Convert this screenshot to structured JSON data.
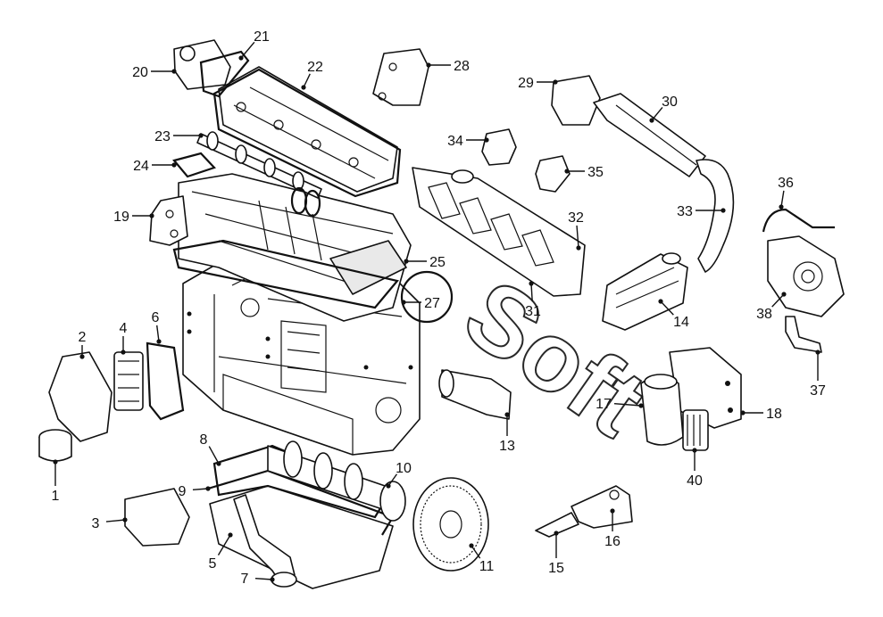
{
  "watermark": "Soft",
  "callouts": [
    {
      "id": "1",
      "label": "1"
    },
    {
      "id": "2",
      "label": "2"
    },
    {
      "id": "3",
      "label": "3"
    },
    {
      "id": "4",
      "label": "4"
    },
    {
      "id": "5",
      "label": "5"
    },
    {
      "id": "6",
      "label": "6"
    },
    {
      "id": "7",
      "label": "7"
    },
    {
      "id": "8",
      "label": "8"
    },
    {
      "id": "9",
      "label": "9"
    },
    {
      "id": "10",
      "label": "10"
    },
    {
      "id": "11",
      "label": "11"
    },
    {
      "id": "13",
      "label": "13"
    },
    {
      "id": "14",
      "label": "14"
    },
    {
      "id": "15",
      "label": "15"
    },
    {
      "id": "16",
      "label": "16"
    },
    {
      "id": "17",
      "label": "17"
    },
    {
      "id": "18",
      "label": "18"
    },
    {
      "id": "19",
      "label": "19"
    },
    {
      "id": "20",
      "label": "20"
    },
    {
      "id": "21",
      "label": "21"
    },
    {
      "id": "22",
      "label": "22"
    },
    {
      "id": "23",
      "label": "23"
    },
    {
      "id": "24",
      "label": "24"
    },
    {
      "id": "25",
      "label": "25"
    },
    {
      "id": "27",
      "label": "27"
    },
    {
      "id": "28",
      "label": "28"
    },
    {
      "id": "29",
      "label": "29"
    },
    {
      "id": "30",
      "label": "30"
    },
    {
      "id": "31",
      "label": "31"
    },
    {
      "id": "32",
      "label": "32"
    },
    {
      "id": "33",
      "label": "33"
    },
    {
      "id": "34",
      "label": "34"
    },
    {
      "id": "35",
      "label": "35"
    },
    {
      "id": "36",
      "label": "36"
    },
    {
      "id": "37",
      "label": "37"
    },
    {
      "id": "38",
      "label": "38"
    },
    {
      "id": "40",
      "label": "40"
    }
  ]
}
